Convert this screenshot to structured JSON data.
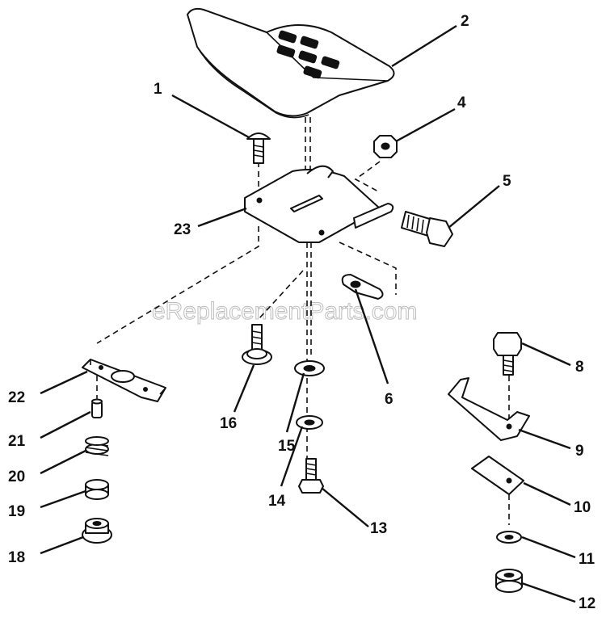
{
  "watermark": "eReplacementParts.com",
  "callouts": [
    {
      "id": "1",
      "text": "1"
    },
    {
      "id": "2",
      "text": "2"
    },
    {
      "id": "4",
      "text": "4"
    },
    {
      "id": "5",
      "text": "5"
    },
    {
      "id": "23",
      "text": "23"
    },
    {
      "id": "6",
      "text": "6"
    },
    {
      "id": "8",
      "text": "8"
    },
    {
      "id": "9",
      "text": "9"
    },
    {
      "id": "10",
      "text": "10"
    },
    {
      "id": "11",
      "text": "11"
    },
    {
      "id": "12",
      "text": "12"
    },
    {
      "id": "13",
      "text": "13"
    },
    {
      "id": "14",
      "text": "14"
    },
    {
      "id": "15",
      "text": "15"
    },
    {
      "id": "16",
      "text": "16"
    },
    {
      "id": "18",
      "text": "18"
    },
    {
      "id": "19",
      "text": "19"
    },
    {
      "id": "20",
      "text": "20"
    },
    {
      "id": "21",
      "text": "21"
    },
    {
      "id": "22",
      "text": "22"
    }
  ]
}
